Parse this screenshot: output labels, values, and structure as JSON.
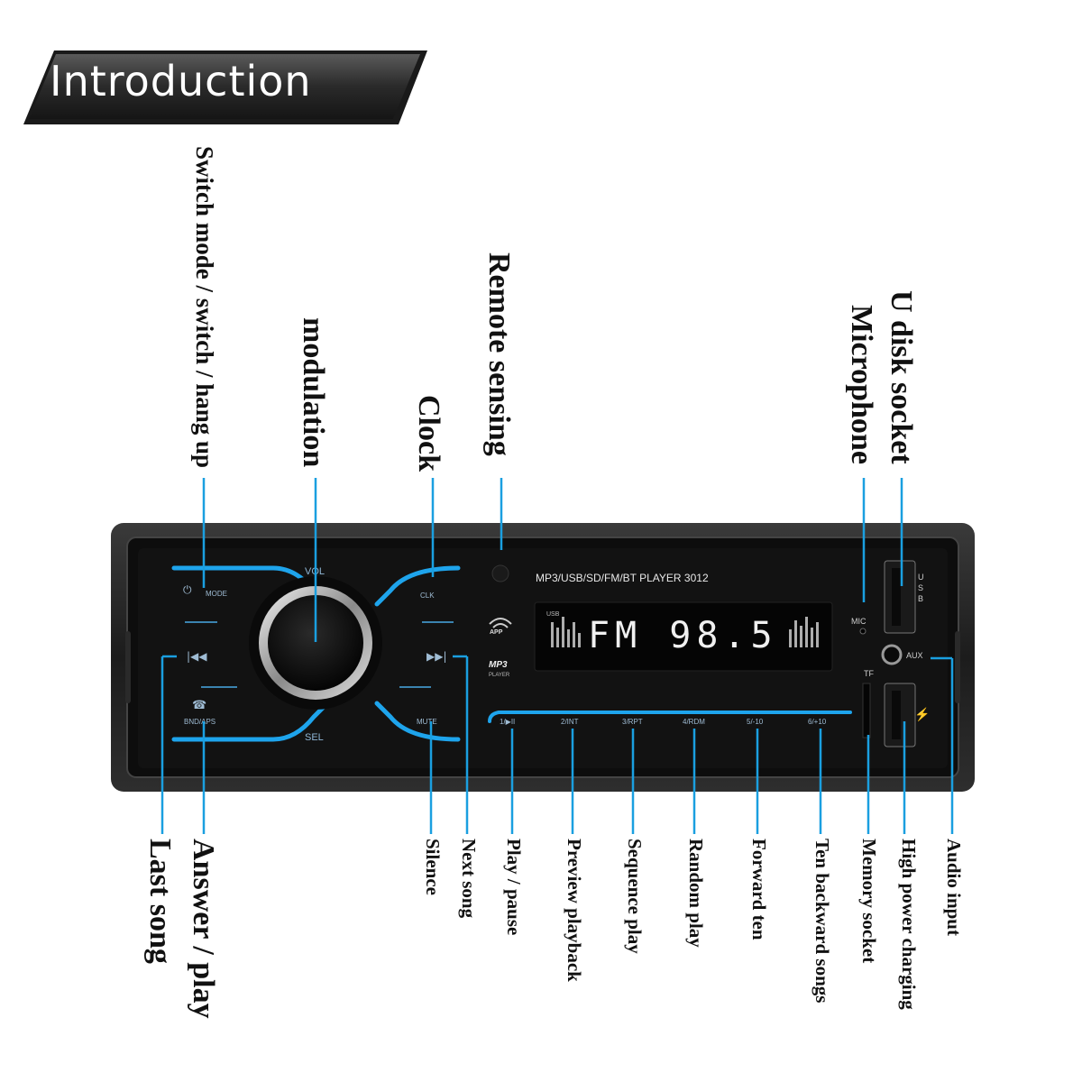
{
  "title": "Introduction",
  "panel": {
    "header": "MP3/USB/SD/FM/BT PLAYER 3012",
    "display": "FM  98.5",
    "display_tag": "USB",
    "knob_top": "VOL",
    "knob_bottom": "SEL",
    "mode_label": "MODE",
    "clk_label": "CLK",
    "bnd_label": "BND/APS",
    "mute_label": "MUTE",
    "app_label": "APP",
    "mp3_label": "MP3",
    "mp3_sub": "PLAYER",
    "mic_label": "MIC",
    "aux_label": "AUX",
    "tf_label": "TF",
    "usb_label": "U S B",
    "buttons": [
      "1/▶II",
      "2/INT",
      "3/RPT",
      "4/RDM",
      "5/-10",
      "6/+10"
    ]
  },
  "labels_top": {
    "switch_mode": "Switch mode / switch / hang up",
    "modulation": "modulation",
    "clock": "Clock",
    "remote": "Remote sensing",
    "microphone": "Microphone",
    "udisk": "U disk socket"
  },
  "labels_bottom": {
    "last_song": "Last song",
    "answer_play": "Answer / play",
    "silence": "Silence",
    "next_song": "Next song",
    "play_pause": "Play / pause",
    "preview": "Preview playback",
    "sequence": "Sequence play",
    "random": "Random play",
    "forward_ten": "Forward ten",
    "ten_backward": "Ten backward songs",
    "memory": "Memory socket",
    "high_power": "High power charging",
    "audio_input": "Audio input"
  },
  "colors": {
    "accent": "#1a9fe0",
    "panel": "#111111",
    "banner": "#2b2b2b"
  }
}
